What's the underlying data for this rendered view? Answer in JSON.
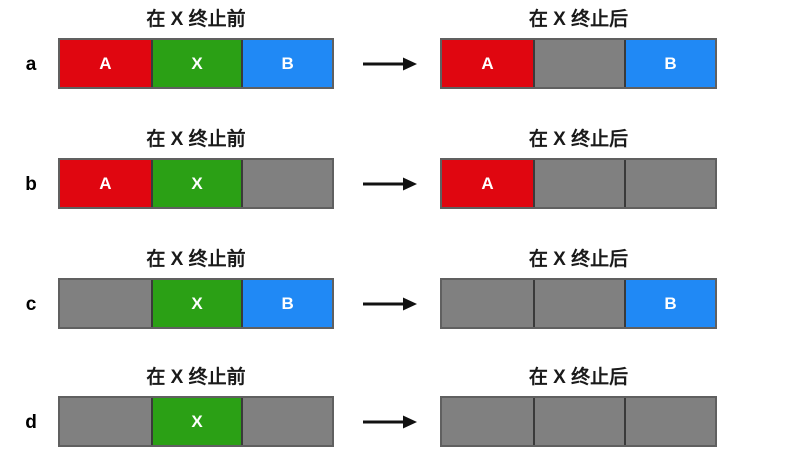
{
  "figure": {
    "type": "diagram",
    "description": "Memory region merge states before and after process X terminates",
    "column_headers": {
      "before": "在 X 终止前",
      "after": "在 X 终止后"
    },
    "arrow_glyph": "right-arrow"
  },
  "colors": {
    "red": "#e00610",
    "green": "#2ba015",
    "blue": "#2089f5",
    "gray": "#808080",
    "border": "#606060",
    "divider": "#3a3a3a",
    "text_on_block": "#ffffff",
    "label_text": "#000000",
    "background": "#ffffff"
  },
  "rows": [
    {
      "label": "a",
      "title_before": "在 X 终止前",
      "title_after": "在 X 终止后",
      "before": [
        {
          "label": "A",
          "color": "red"
        },
        {
          "label": "X",
          "color": "green"
        },
        {
          "label": "B",
          "color": "blue"
        }
      ],
      "after": [
        {
          "label": "A",
          "color": "red"
        },
        {
          "label": "",
          "color": "gray"
        },
        {
          "label": "B",
          "color": "blue"
        }
      ]
    },
    {
      "label": "b",
      "title_before": "在 X 终止前",
      "title_after": "在 X 终止后",
      "before": [
        {
          "label": "A",
          "color": "red"
        },
        {
          "label": "X",
          "color": "green"
        },
        {
          "label": "",
          "color": "gray"
        }
      ],
      "after": [
        {
          "label": "A",
          "color": "red"
        },
        {
          "label": "",
          "color": "gray"
        },
        {
          "label": "",
          "color": "gray"
        }
      ]
    },
    {
      "label": "c",
      "title_before": "在 X 终止前",
      "title_after": "在 X 终止后",
      "before": [
        {
          "label": "",
          "color": "gray"
        },
        {
          "label": "X",
          "color": "green"
        },
        {
          "label": "B",
          "color": "blue"
        }
      ],
      "after": [
        {
          "label": "",
          "color": "gray"
        },
        {
          "label": "",
          "color": "gray"
        },
        {
          "label": "B",
          "color": "blue"
        }
      ]
    },
    {
      "label": "d",
      "title_before": "在 X 终止前",
      "title_after": "在 X 终止后",
      "before": [
        {
          "label": "",
          "color": "gray"
        },
        {
          "label": "X",
          "color": "green"
        },
        {
          "label": "",
          "color": "gray"
        }
      ],
      "after": [
        {
          "label": "",
          "color": "gray"
        },
        {
          "label": "",
          "color": "gray"
        },
        {
          "label": "",
          "color": "gray"
        }
      ]
    }
  ]
}
